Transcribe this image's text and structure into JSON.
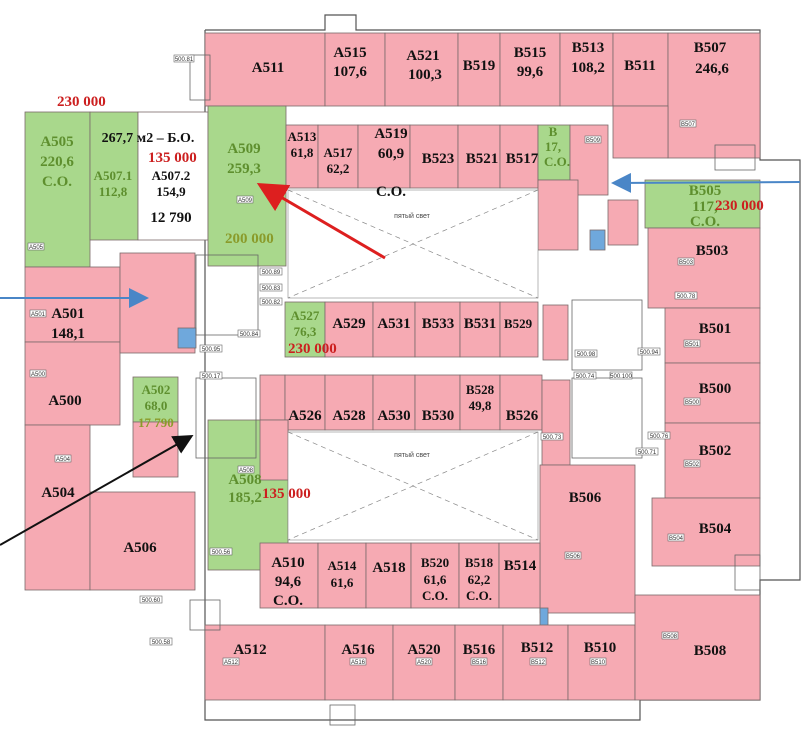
{
  "plan": {
    "courtyard_label": "пятый свет",
    "rooms": {
      "A511": "A511",
      "A515": "A515",
      "A515_area": "107,6",
      "A521": "A521",
      "A521_area": "100,3",
      "B519": "B519",
      "B515": "B515",
      "B515_area": "99,6",
      "B513": "B513",
      "B513_area": "108,2",
      "B511": "B511",
      "B507": "B507",
      "B507_area": "246,6",
      "A505": "A505",
      "A505_area": "220,6",
      "A505_so": "С.О.",
      "A507_total": "267,7 м2 – Б.О.",
      "A507_1": "A507.1",
      "A507_1_area": "112,8",
      "A507_2": "A507.2",
      "A507_2_area": "154,9",
      "A507_2_extra": "12 790",
      "A509": "A509",
      "A509_area": "259,3",
      "A513": "A513",
      "A513_area": "61,8",
      "A517": "A517",
      "A517_area": "62,2",
      "A519": "A519",
      "A519_area": "60,9",
      "A519_so": "С.О.",
      "B523": "B523",
      "B521": "B521",
      "B517": "B517",
      "B_small": "B",
      "B_small_area": "17,",
      "B_small_so": "С.О.",
      "B505": "B505",
      "B505_area": "117,",
      "B505_so": "С.О.",
      "B503": "B503",
      "B501": "B501",
      "B500": "B500",
      "B502": "B502",
      "B504": "B504",
      "A501": "A501",
      "A501_area": "148,1",
      "A500": "A500",
      "A504": "A504",
      "A506": "A506",
      "A527": "A527",
      "A527_area": "76,3",
      "A529": "A529",
      "A531": "A531",
      "B533": "B533",
      "B531": "B531",
      "B529": "B529",
      "A502": "A502",
      "A502_area": "68,0",
      "A526": "A526",
      "A528": "A528",
      "A530": "A530",
      "B530": "B530",
      "B528": "B528",
      "B528_area": "49,8",
      "B526": "B526",
      "A508": "A508",
      "A508_area": "185,2",
      "B506": "B506",
      "A510": "A510",
      "A510_area": "94,6",
      "A510_so": "С.О.",
      "A514": "A514",
      "A514_area": "61,6",
      "A518": "A518",
      "B520": "B520",
      "B520_area": "61,6",
      "B520_so": "С.О.",
      "B518": "B518",
      "B518_area": "62,2",
      "B518_so": "С.О.",
      "B514": "B514",
      "A512": "A512",
      "A516": "A516",
      "A520": "A520",
      "B516": "B516",
      "B512": "B512",
      "B510": "B510",
      "B508": "B508"
    },
    "prices": {
      "p1": "230 000",
      "p2": "135 000",
      "p3": "200 000",
      "p4": "230 000",
      "p5": "230 000",
      "p6": "17 790",
      "p7": "135 000"
    },
    "tags": [
      "500.81",
      "500.95",
      "500.17",
      "500.84",
      "500.89",
      "500.83",
      "500.82",
      "500.98",
      "500.94",
      "500.74",
      "500.73",
      "500.100",
      "500.76",
      "500.78",
      "500.71",
      "500.56",
      "500.60",
      "500.58",
      "A509",
      "B509",
      "B507",
      "B503",
      "B501",
      "B500",
      "B502",
      "B504",
      "B506",
      "B508",
      "A505",
      "A501",
      "A500",
      "A504",
      "A508",
      "A512",
      "A516",
      "A520",
      "B516",
      "B512",
      "B510"
    ]
  },
  "colors": {
    "leased": "#f6aab3",
    "available": "#a9d88c",
    "arrow_red": "#dd1f1f",
    "arrow_blue": "#4a86c7",
    "arrow_black": "#111111"
  }
}
